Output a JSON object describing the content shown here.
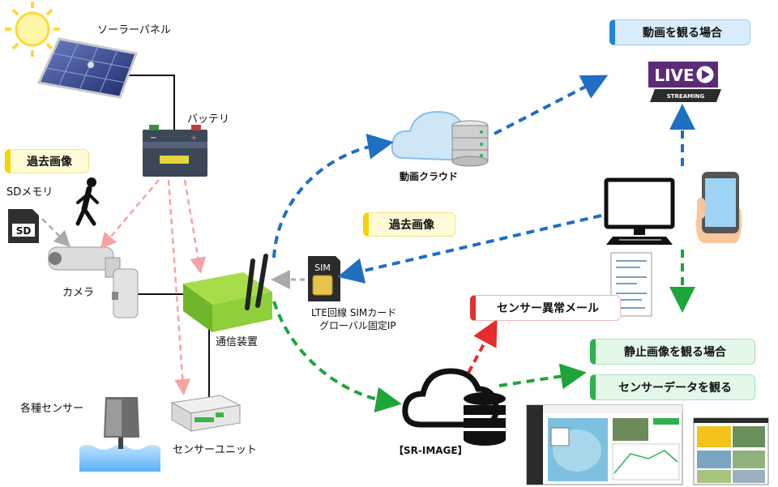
{
  "labels": {
    "solar_panel": "ソーラーパネル",
    "battery": "バッテリ",
    "past_image": "過去画像",
    "sd_memory": "SDメモリ",
    "sd_card_text": "SD",
    "camera": "カメラ",
    "comm_device": "通信装置",
    "sensors": "各種センサー",
    "sensor_unit": "センサーユニット",
    "video_cloud": "動画クラウド",
    "sim_line1": "LTE回線  SIMカード",
    "sim_line2": "グローバル固定IP",
    "sim_text": "SIM",
    "past_image_2": "過去画像",
    "sensor_alert_mail": "センサー異常メール",
    "sr_image": "【SR-IMAGE】",
    "watch_video": "動画を観る場合",
    "live": "LIVE",
    "streaming": "STREAMING",
    "watch_still": "静止画像を観る場合",
    "watch_sensor_data": "センサーデータを観る"
  },
  "colors": {
    "blue_arrow": "#1f6fc2",
    "green_arrow": "#1ea53a",
    "red_arrow": "#e52b2b",
    "pink_arrow": "#f4a3a3",
    "gray_arrow": "#aaaaaa"
  }
}
